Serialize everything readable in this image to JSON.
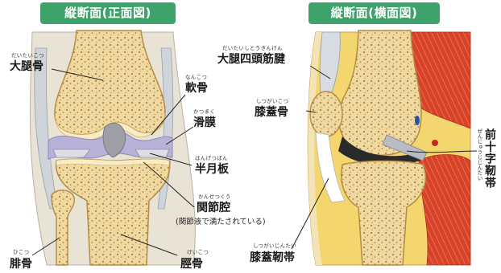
{
  "titles": {
    "front": "縦断面(正面図)",
    "side": "縦断面(横面図)"
  },
  "front_labels": {
    "femur": {
      "text": "大腿骨",
      "ruby": "だいたいこつ"
    },
    "cartilage": {
      "text": "軟骨",
      "ruby": "なんこつ"
    },
    "synovium": {
      "text": "滑膜",
      "ruby": "かつまく"
    },
    "meniscus": {
      "text": "半月板",
      "ruby": "はんげつばん"
    },
    "joint_cavity": {
      "text": "関節腔",
      "ruby": "かんせつくう"
    },
    "joint_cavity_note": "(関節液で満たされている)",
    "fibula": {
      "text": "腓骨",
      "ruby": "ひこつ"
    },
    "tibia": {
      "text": "脛骨",
      "ruby": "けいこつ"
    }
  },
  "side_labels": {
    "quadriceps_tendon": {
      "text": "大腿四頭筋腱",
      "ruby": "だいたいしとうきんけん"
    },
    "patella": {
      "text": "膝蓋骨",
      "ruby": "しつがいこつ"
    },
    "acl": {
      "text": "前十字靭帯",
      "ruby": "ぜんじゅうじじんたい"
    },
    "patellar_ligament": {
      "text": "膝蓋靭帯",
      "ruby": "しつがいじんたい"
    }
  },
  "colors": {
    "title_bg": "#3ea36a",
    "bone": "#f0d9a0",
    "bone_dark": "#c9a35a",
    "synovium": "#b8b2d8",
    "muscle": "#d8412a",
    "fat": "#f3d66e"
  }
}
